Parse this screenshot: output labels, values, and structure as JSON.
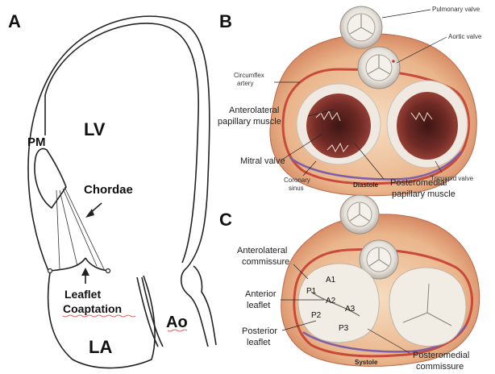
{
  "panel_a": {
    "letter": "A",
    "lv": "LV",
    "pm": "PM",
    "chordae": "Chordae",
    "coaptation_line1": "Leaflet",
    "coaptation_line2": "Coaptation",
    "la": "LA",
    "ao": "Ao"
  },
  "panel_b": {
    "letter": "B",
    "pulmonary_valve": "Pulmonary valve",
    "aortic_valve": "Aortic valve",
    "circumflex_1": "Circumflex",
    "circumflex_2": "artery",
    "anterolateral_pm_1": "Anterolateral",
    "anterolateral_pm_2": "papillary muscle",
    "mitral_valve": "Mitral valve",
    "coronary_1": "Coronary",
    "coronary_2": "sinus",
    "diastole": "Diastole",
    "tricuspid_valve": "Tricuspid valve",
    "posteromedial_pm_1": "Posteromedial",
    "posteromedial_pm_2": "papillary muscle"
  },
  "panel_c": {
    "letter": "C",
    "anterolateral_comm_1": "Anterolateral",
    "anterolateral_comm_2": "commissure",
    "anterior_leaflet_1": "Anterior",
    "anterior_leaflet_2": "leaflet",
    "posterior_leaflet_1": "Posterior",
    "posterior_leaflet_2": "leaflet",
    "segments": [
      "A1",
      "A2",
      "A3",
      "P1",
      "P2",
      "P3"
    ],
    "systole": "Systole",
    "posteromedial_comm_1": "Posteromedial",
    "posteromedial_comm_2": "commissure"
  },
  "colors": {
    "myocardium": "#e9b38c",
    "fat": "#f3d9a0",
    "valve_ring": "#c94a3a",
    "orifice": "#6e2a25",
    "leaflet": "#f1ece4"
  }
}
